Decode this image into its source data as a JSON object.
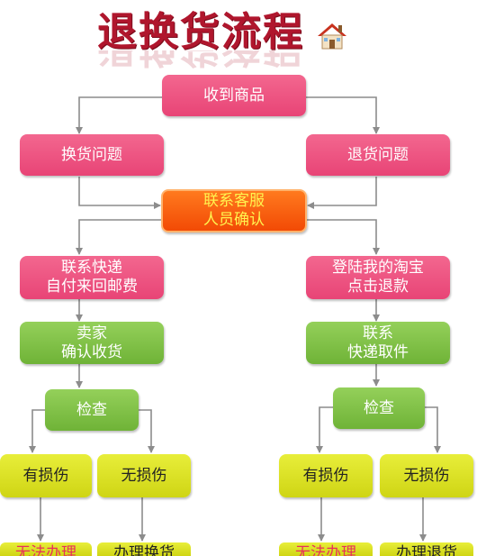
{
  "title": "退换货流程",
  "nodes": {
    "receive": "收到商品",
    "exchange_issue": "换货问题",
    "return_issue": "退货问题",
    "contact_service": "联系客服\n人员确认",
    "contact_courier": "联系快递\n自付来回邮费",
    "login_taobao": "登陆我的淘宝\n点击退款",
    "seller_confirm": "卖家\n确认收货",
    "contact_pickup": "联系\n快递取件",
    "check_left": "检查",
    "check_right": "检查",
    "damaged_left": "有损伤",
    "undamaged_left": "无损伤",
    "damaged_right": "有损伤",
    "undamaged_right": "无损伤",
    "cannot_process_left": "无法办理",
    "process_exchange": "办理换货",
    "cannot_process_right": "无法办理",
    "process_return": "办理退货"
  },
  "colors": {
    "title": "#b0162d",
    "pink": "#e84476",
    "orange": "#f24a05",
    "green": "#6fb337",
    "yellow": "#cfd514",
    "connector": "#8c8c8c"
  }
}
